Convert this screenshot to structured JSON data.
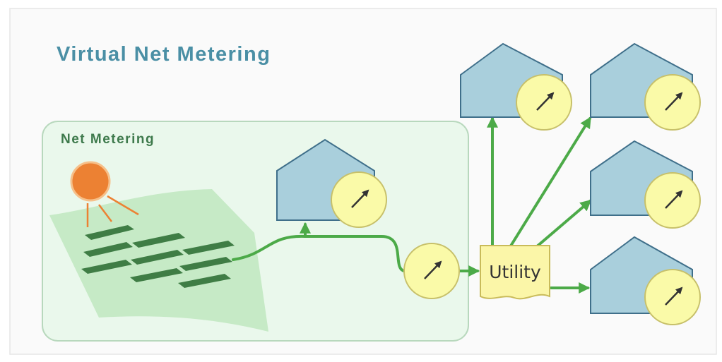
{
  "title": "Virtual Net Metering",
  "net_metering_label": "Net Metering",
  "utility_label": "Utility",
  "colors": {
    "title": "#4a8fa5",
    "net_metering_label": "#3e7a4c",
    "panel_fill": "#eaf8ec",
    "panel_border": "#b8d8bd",
    "field": "#bfe8c0",
    "solar_panel": "#3f7d45",
    "sun": "#ec8133",
    "house": "#a9cfdc",
    "house_stroke": "#3f6f8a",
    "meter": "#fafaa8",
    "meter_stroke": "#c7c06a",
    "flow_line": "#4caa48",
    "utility_fill": "#fbf6a8",
    "utility_stroke": "#c9bb5a"
  }
}
